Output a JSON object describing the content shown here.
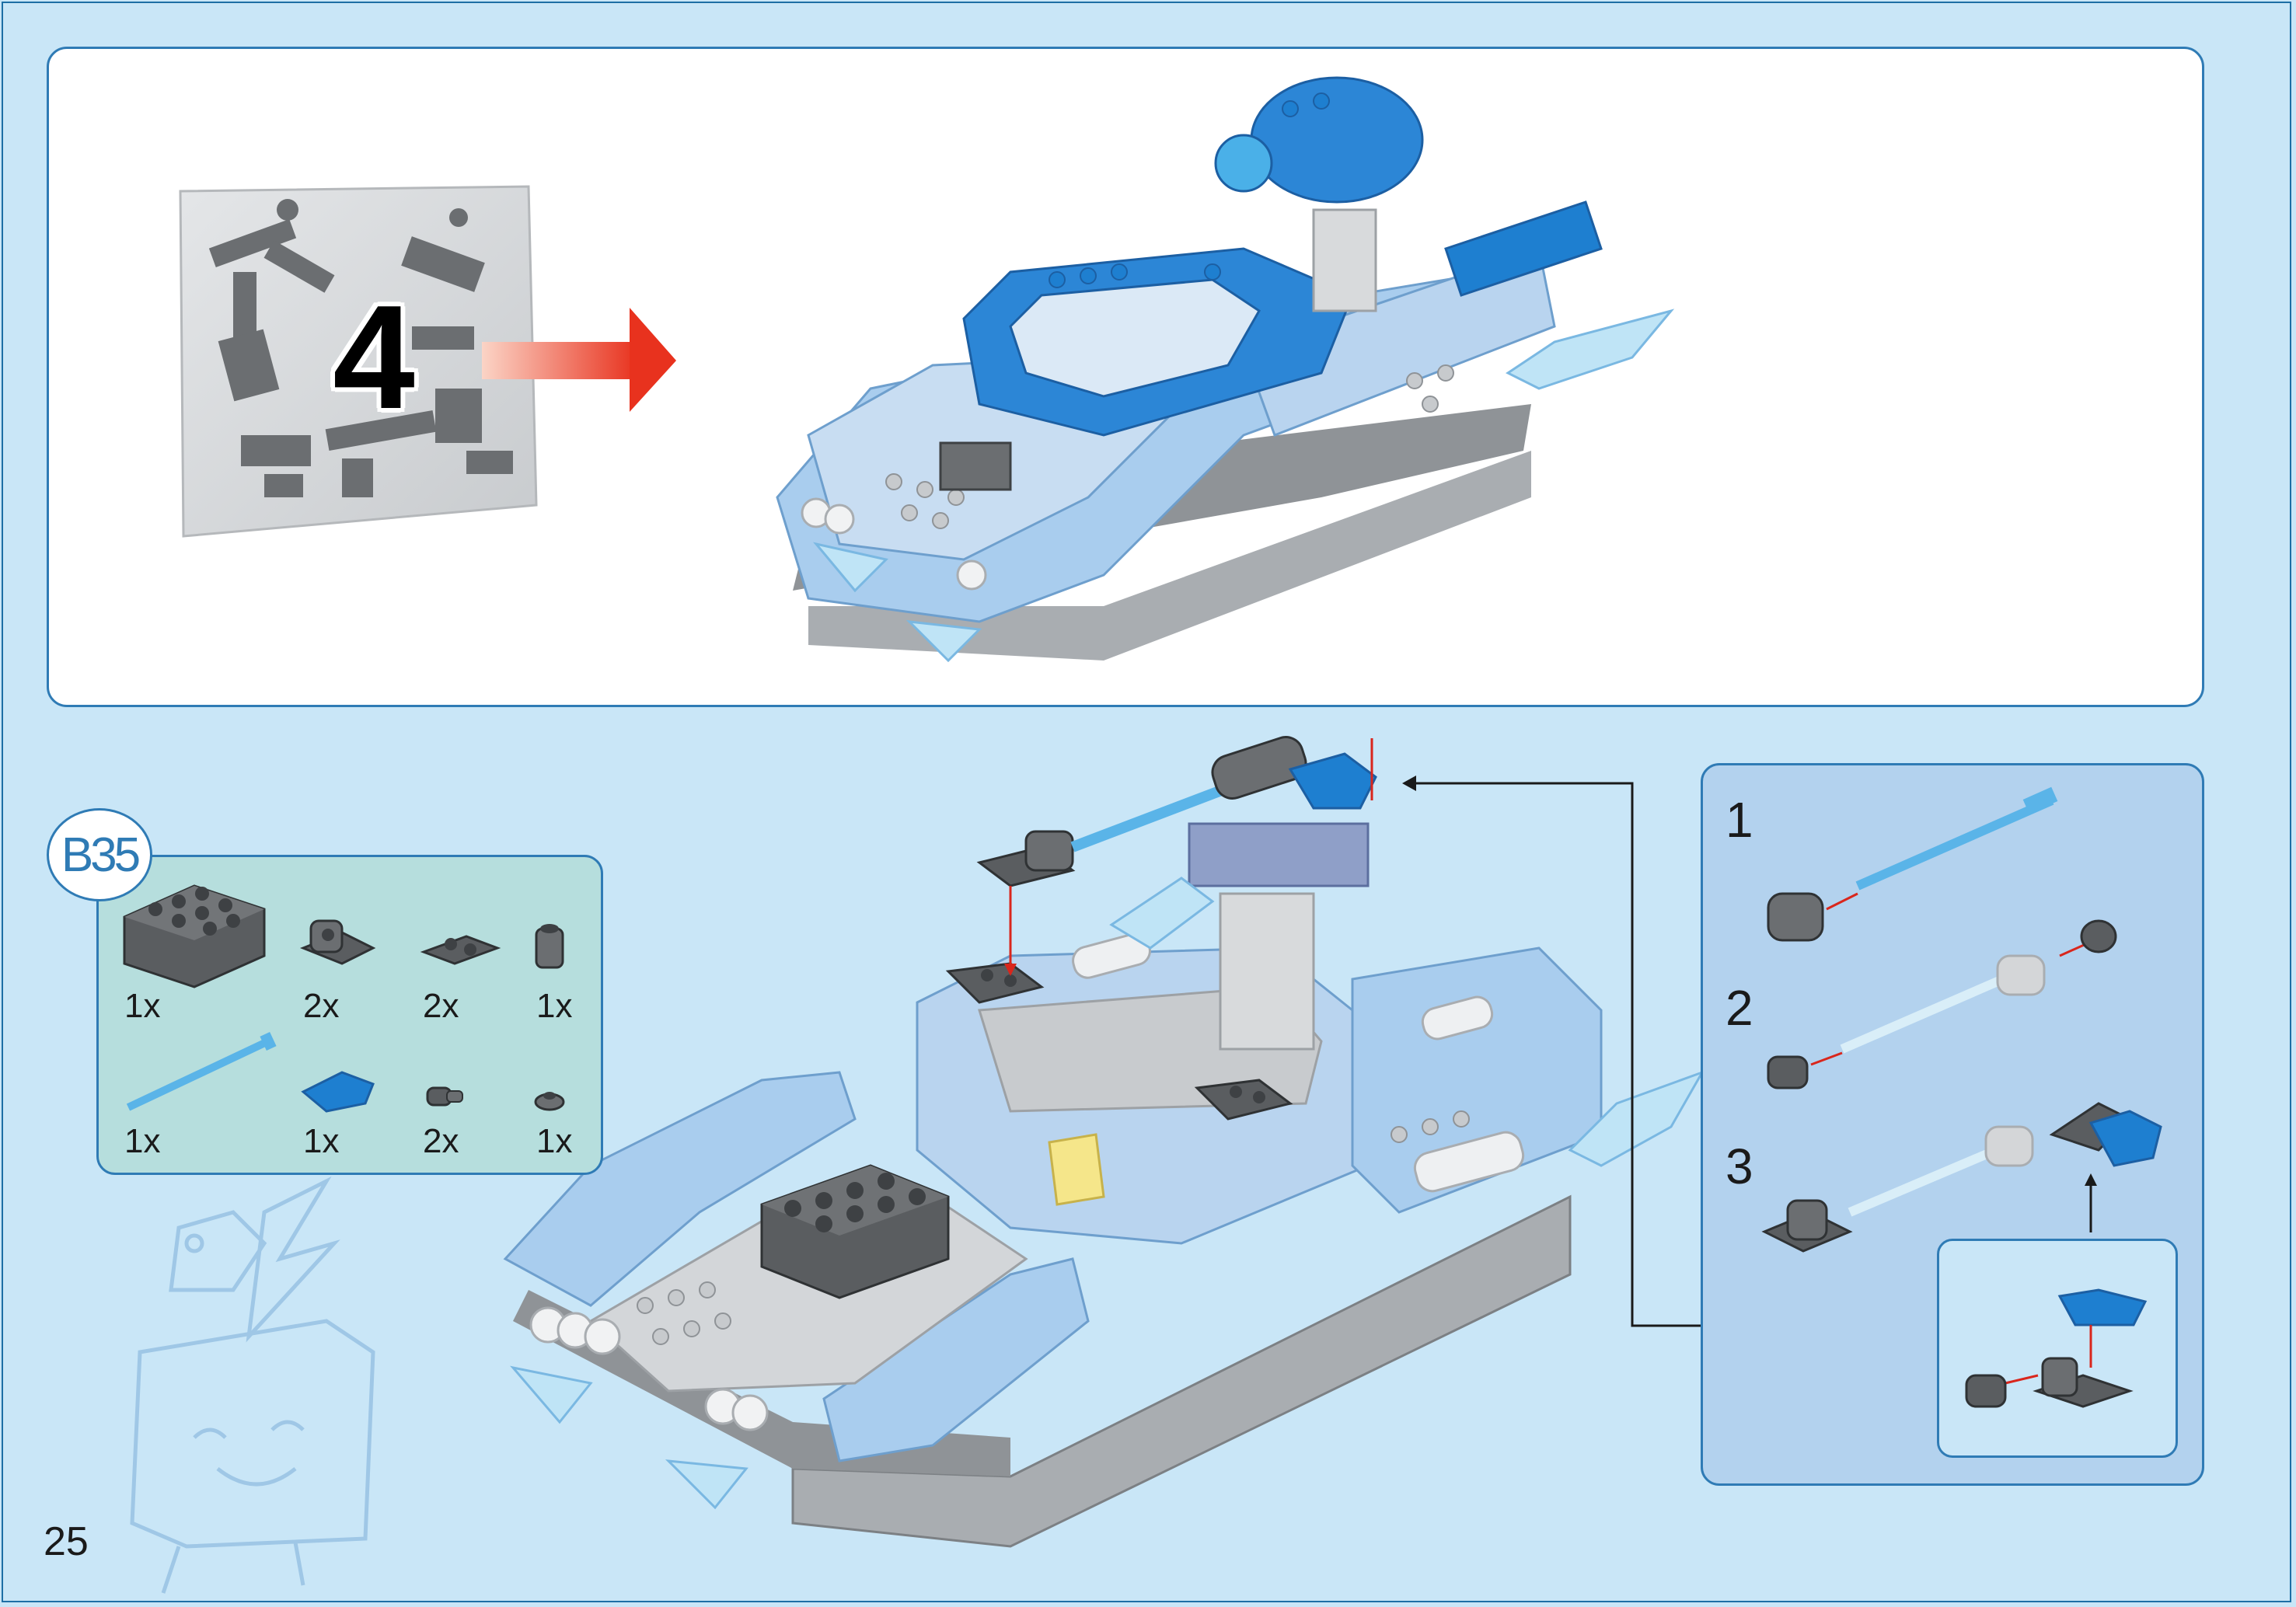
{
  "page": {
    "number": "25"
  },
  "bag": {
    "number": "4"
  },
  "step": {
    "label": "B35"
  },
  "parts": [
    {
      "icon": "dark-grey-2x4-brick-icon",
      "qty": "1x"
    },
    {
      "icon": "dark-grey-bracket-icon",
      "qty": "2x"
    },
    {
      "icon": "dark-grey-1x2-plate-icon",
      "qty": "2x"
    },
    {
      "icon": "dark-grey-round-brick-icon",
      "qty": "1x"
    },
    {
      "icon": "light-blue-bar-icon",
      "qty": "1x"
    },
    {
      "icon": "blue-curved-slope-icon",
      "qty": "1x"
    },
    {
      "icon": "dark-grey-pin-connector-icon",
      "qty": "2x"
    },
    {
      "icon": "dark-grey-round-tile-icon",
      "qty": "1x"
    }
  ],
  "sub_steps": [
    {
      "number": "1"
    },
    {
      "number": "2"
    },
    {
      "number": "3"
    }
  ],
  "colors": {
    "background": "#c9e6f7",
    "frame_border": "#2f7bb5",
    "parts_panel": "#b6dedd",
    "sub_panel": "#b3d2ee",
    "arrow_red": "#e8321e",
    "lego_blue": "#1e7fd0",
    "lego_dark_grey": "#5a5d60"
  }
}
